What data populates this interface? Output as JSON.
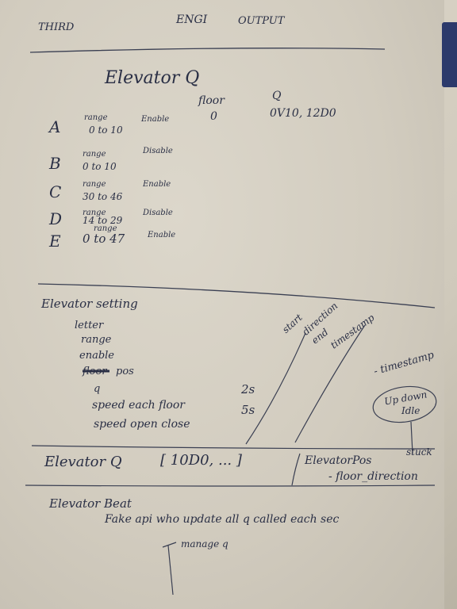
{
  "header": {
    "left": "THIRD",
    "center": "ENGI",
    "right": "OUTPUT"
  },
  "elevator_queue": {
    "title": "Elevator Q",
    "floor_label": "floor",
    "floor_value": "0",
    "q_label": "Q",
    "q_value": "0V10, 12D0",
    "rows": [
      {
        "letter": "A",
        "range_label": "range",
        "range_value": "0 to 10",
        "state": "Enable"
      },
      {
        "letter": "B",
        "range_label": "range",
        "range_value": "0 to 10",
        "state": "Disable"
      },
      {
        "letter": "C",
        "range_label": "range",
        "range_value": "30 to 46",
        "state": "Enable"
      },
      {
        "letter": "D",
        "range_label": "range",
        "range_value": "14 to 29",
        "state": "Disable"
      },
      {
        "letter": "E",
        "range_label": "range",
        "range_value": "0 to 47",
        "state": "Enable"
      }
    ]
  },
  "settings": {
    "title": "Elevator setting",
    "items": [
      "letter",
      "range",
      "enable",
      "pos",
      "q",
      "speed each floor",
      "speed open close"
    ],
    "crossed_word": "floor",
    "speed_floor_value": "2s",
    "speed_door_value": "5s",
    "notes": {
      "start": "start",
      "direction": "direction",
      "end": "end",
      "timestamp": "timestamp",
      "timestamp_right": "- timestamp",
      "updown": "Up down",
      "idle": "Idle",
      "stuck": "stuck"
    }
  },
  "queue_line": {
    "label": "Elevator Q",
    "value": "[ 10D0, ... ]",
    "pos_label": "ElevatorPos",
    "pos_sub": "- floor_direction"
  },
  "beat": {
    "title": "Elevator Beat",
    "desc": "Fake api who update all q called each sec",
    "sub": "manage q"
  },
  "colors": {
    "paper": "#d6d0c3",
    "ink": "#2a2f45",
    "tab": "#2c3a6b"
  }
}
